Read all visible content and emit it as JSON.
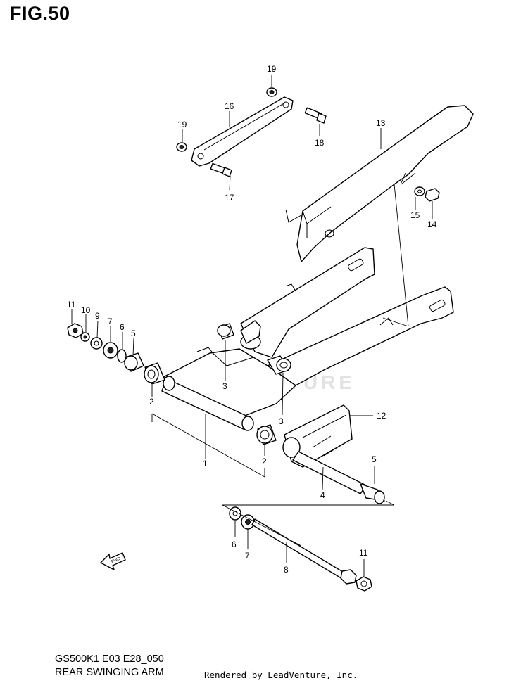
{
  "figure": {
    "title": "FIG.50",
    "model_code": "GS500K1 E03 E28_050",
    "caption": "REAR SWINGING ARM",
    "credit": "Rendered by LeadVenture, Inc.",
    "watermark": "LEADVENTURE",
    "fwd_label": "FWD"
  },
  "callouts": {
    "c1": "1",
    "c2a": "2",
    "c2b": "2",
    "c3a": "3",
    "c3b": "3",
    "c4": "4",
    "c5a": "5",
    "c5b": "5",
    "c6a": "6",
    "c6b": "6",
    "c7a": "7",
    "c7b": "7",
    "c8": "8",
    "c9": "9",
    "c10": "10",
    "c11a": "11",
    "c11b": "11",
    "c12": "12",
    "c13": "13",
    "c14": "14",
    "c15": "15",
    "c16": "16",
    "c17": "17",
    "c18": "18",
    "c19a": "19",
    "c19b": "19"
  }
}
